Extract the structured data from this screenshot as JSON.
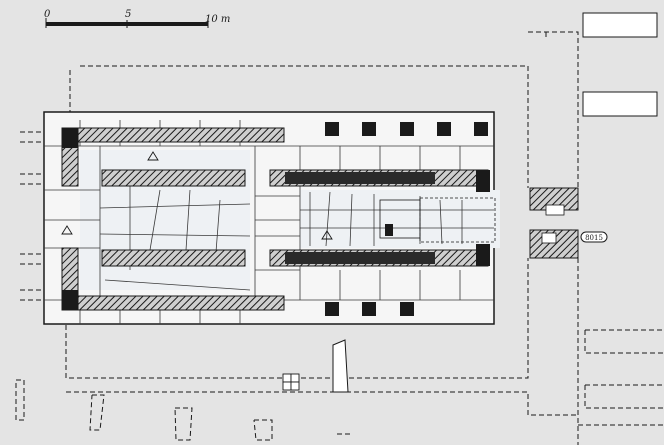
{
  "scale_bar": {
    "ticks": [
      "0",
      "5",
      "10 m"
    ]
  },
  "badge": {
    "text": "8015"
  },
  "colors": {
    "background": "#e4e4e4",
    "ink": "#1a1a1a",
    "wall_fill": "#3a3a3a",
    "floor_fill": "#eef1f4",
    "legend_box_fill": "#ffffff"
  }
}
